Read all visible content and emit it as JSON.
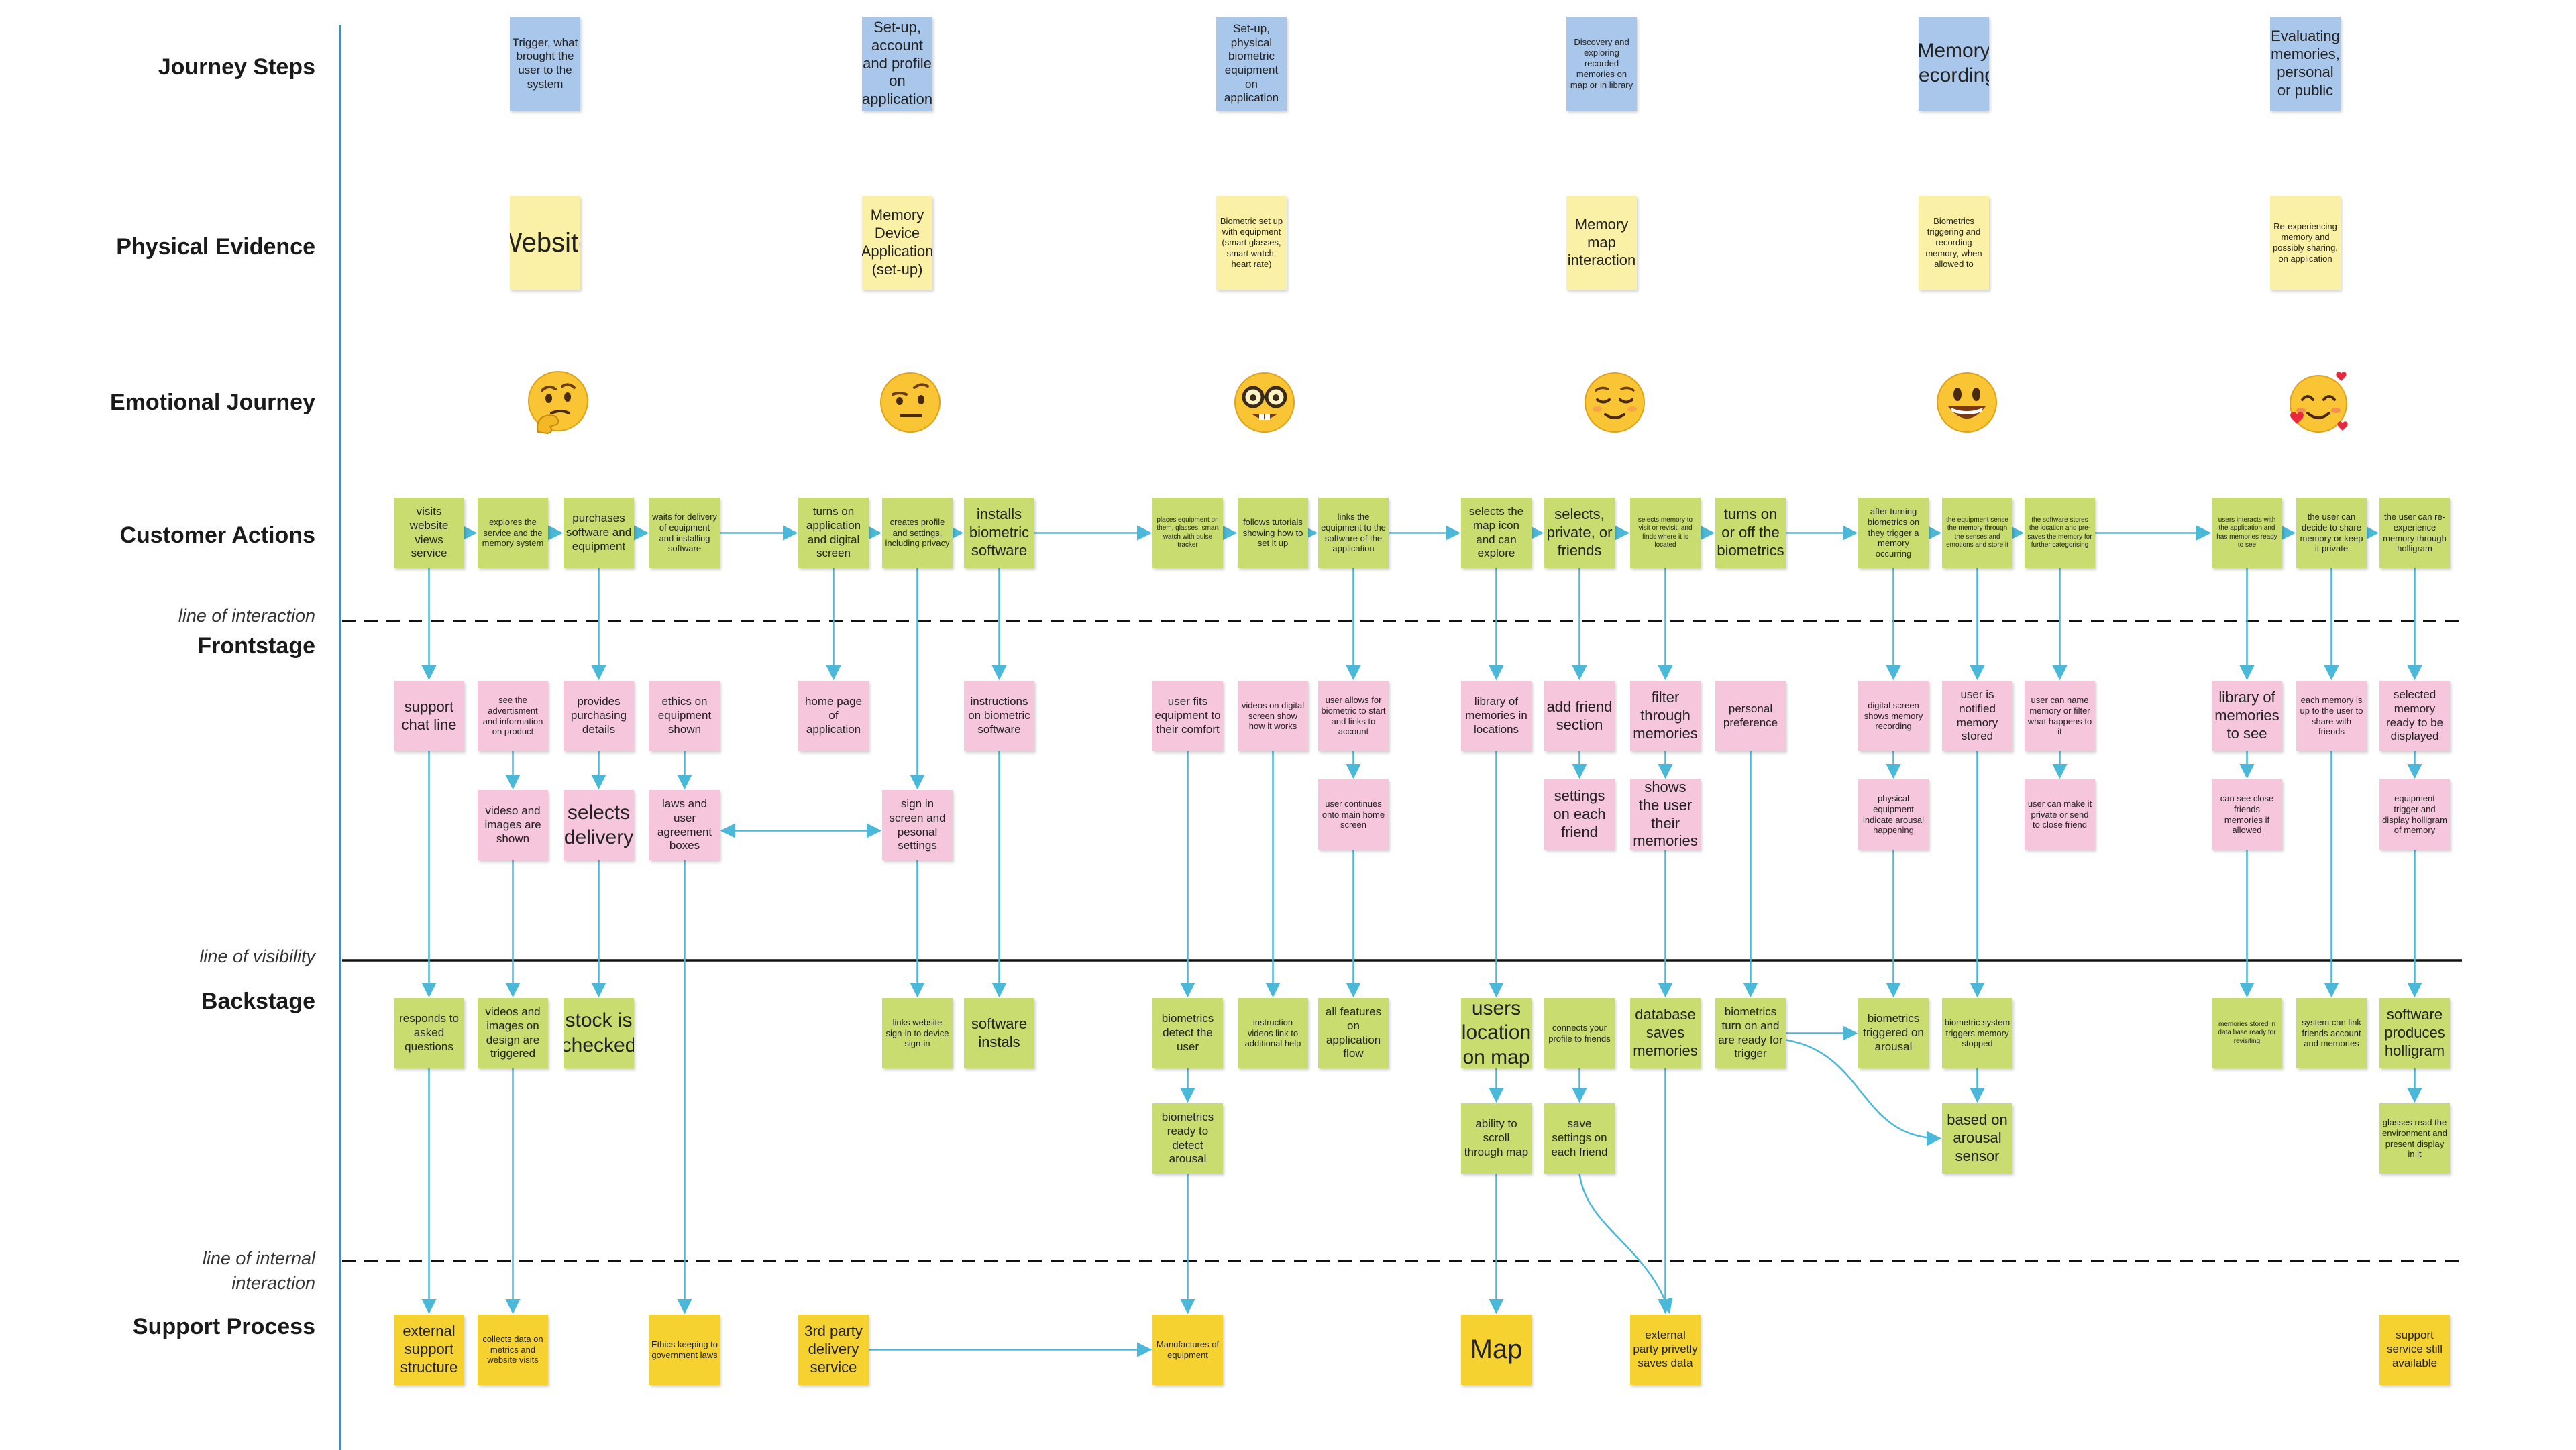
{
  "rows": {
    "journey_steps": "Journey Steps",
    "physical_evidence": "Physical Evidence",
    "emotional_journey": "Emotional Journey",
    "customer_actions": "Customer Actions",
    "frontstage": "Frontstage",
    "backstage": "Backstage",
    "support_process": "Support Process"
  },
  "lines": {
    "interaction": "line of interaction",
    "visibility": "line of  visibility",
    "internal_1": "line  of internal",
    "internal_2": "interaction"
  },
  "colors": {
    "blue": "#a9c7ea",
    "light_yellow": "#fbf1a6",
    "green": "#c9dc6f",
    "pink": "#f5c6dc",
    "yellow": "#f6d230",
    "connector": "#4ab8d8"
  },
  "notes": [
    {
      "id": "js1",
      "text": "Trigger, what brought the user to the system",
      "color": "blue",
      "size": "med"
    },
    {
      "id": "js2",
      "text": "Set-up, account and profile on application",
      "color": "blue",
      "size": "large"
    },
    {
      "id": "js3",
      "text": "Set-up, physical biometric equipment on application",
      "color": "blue",
      "size": "med"
    },
    {
      "id": "js4",
      "text": "Discovery and exploring recorded memories on map or in library",
      "color": "blue",
      "size": "small"
    },
    {
      "id": "js5",
      "text": "Memory recording",
      "color": "blue",
      "size": "xl"
    },
    {
      "id": "js6",
      "text": "Evaluating memories, personal or public",
      "color": "blue",
      "size": "large"
    },
    {
      "id": "pe1",
      "text": "Website",
      "color": "light_yellow",
      "size": "xxl"
    },
    {
      "id": "pe2",
      "text": "Memory Device Application (set-up)",
      "color": "light_yellow",
      "size": "large"
    },
    {
      "id": "pe3",
      "text": "Biometric set up with equipment (smart glasses, smart watch, heart rate)",
      "color": "light_yellow",
      "size": "small"
    },
    {
      "id": "pe4",
      "text": "Memory map interaction",
      "color": "light_yellow",
      "size": "large"
    },
    {
      "id": "pe5",
      "text": "Biometrics triggering and recording memory, when allowed to",
      "color": "light_yellow",
      "size": "small"
    },
    {
      "id": "pe6",
      "text": "Re-experiencing memory and possibly sharing, on application",
      "color": "light_yellow",
      "size": "small"
    },
    {
      "id": "ca1",
      "text": "visits website views service",
      "color": "green",
      "size": "med"
    },
    {
      "id": "ca2",
      "text": "explores the service and the memory system",
      "color": "green",
      "size": "small"
    },
    {
      "id": "ca3",
      "text": "purchases software and equipment",
      "color": "green",
      "size": "med"
    },
    {
      "id": "ca4",
      "text": "waits for delivery of equipment and installing software",
      "color": "green",
      "size": "small"
    },
    {
      "id": "ca5",
      "text": "turns on application and digital screen",
      "color": "green",
      "size": "med"
    },
    {
      "id": "ca6",
      "text": "creates profile and settings, including privacy",
      "color": "green",
      "size": "small"
    },
    {
      "id": "ca7",
      "text": "installs biometric software",
      "color": "green",
      "size": "large"
    },
    {
      "id": "ca8",
      "text": "places equipment on them, glasses, smart watch with pulse tracker",
      "color": "green",
      "size": "tiny"
    },
    {
      "id": "ca9",
      "text": "follows tutorials showing how to set it up",
      "color": "green",
      "size": "small"
    },
    {
      "id": "ca10",
      "text": "links the equipment to the software of the application",
      "color": "green",
      "size": "small"
    },
    {
      "id": "ca11",
      "text": "selects the map icon and can explore",
      "color": "green",
      "size": "med"
    },
    {
      "id": "ca12",
      "text": "selects, private, or friends",
      "color": "green",
      "size": "large"
    },
    {
      "id": "ca13",
      "text": "selects memory to visit or revisit, and finds where it is located",
      "color": "green",
      "size": "tiny"
    },
    {
      "id": "ca14",
      "text": "turns on or off the biometrics",
      "color": "green",
      "size": "large"
    },
    {
      "id": "ca15",
      "text": "after turning biometrics on they trigger a memory occurring",
      "color": "green",
      "size": "small"
    },
    {
      "id": "ca16",
      "text": "the equipment sense the memory through the senses and emotions and store it",
      "color": "green",
      "size": "tiny"
    },
    {
      "id": "ca17",
      "text": "the software stores the location and pre-saves the memory for further categorising",
      "color": "green",
      "size": "tiny"
    },
    {
      "id": "ca18",
      "text": "users interacts with the application and has memories ready to see",
      "color": "green",
      "size": "tiny"
    },
    {
      "id": "ca19",
      "text": "the user can decide to share memory or keep it private",
      "color": "green",
      "size": "small"
    },
    {
      "id": "ca20",
      "text": "the user can re-experience memory through holligram",
      "color": "green",
      "size": "small"
    },
    {
      "id": "fs1",
      "text": "support chat line",
      "color": "pink",
      "size": "large"
    },
    {
      "id": "fs2",
      "text": "see the advertisment and information on product",
      "color": "pink",
      "size": "small"
    },
    {
      "id": "fs3",
      "text": "provides purchasing details",
      "color": "pink",
      "size": "med"
    },
    {
      "id": "fs4",
      "text": "ethics on equipment shown",
      "color": "pink",
      "size": "med"
    },
    {
      "id": "fs5",
      "text": "videso and images are shown",
      "color": "pink",
      "size": "med"
    },
    {
      "id": "fs6",
      "text": "selects delivery",
      "color": "pink",
      "size": "xl"
    },
    {
      "id": "fs7",
      "text": "laws and user agreement boxes",
      "color": "pink",
      "size": "med"
    },
    {
      "id": "fs8",
      "text": "home page of application",
      "color": "pink",
      "size": "med"
    },
    {
      "id": "fs9",
      "text": "sign in screen and pesonal settings",
      "color": "pink",
      "size": "med"
    },
    {
      "id": "fs10",
      "text": "instructions on biometric software",
      "color": "pink",
      "size": "med"
    },
    {
      "id": "fs11",
      "text": "user fits equipment to their comfort",
      "color": "pink",
      "size": "med"
    },
    {
      "id": "fs12",
      "text": "videos on digital screen show how it works",
      "color": "pink",
      "size": "small"
    },
    {
      "id": "fs13",
      "text": "user allows for biometric to start and links to account",
      "color": "pink",
      "size": "small"
    },
    {
      "id": "fs14",
      "text": "user continues onto main home screen",
      "color": "pink",
      "size": "small"
    },
    {
      "id": "fs15",
      "text": "library of memories in locations",
      "color": "pink",
      "size": "med"
    },
    {
      "id": "fs16",
      "text": "add friend section",
      "color": "pink",
      "size": "large"
    },
    {
      "id": "fs17",
      "text": "settings on each friend",
      "color": "pink",
      "size": "large"
    },
    {
      "id": "fs18",
      "text": "filter through memories",
      "color": "pink",
      "size": "large"
    },
    {
      "id": "fs19",
      "text": "shows the user their memories",
      "color": "pink",
      "size": "large"
    },
    {
      "id": "fs20",
      "text": "personal preference",
      "color": "pink",
      "size": "med"
    },
    {
      "id": "fs21",
      "text": "digital screen shows memory recording",
      "color": "pink",
      "size": "small"
    },
    {
      "id": "fs22",
      "text": "physical equipment indicate arousal happening",
      "color": "pink",
      "size": "small"
    },
    {
      "id": "fs23",
      "text": "user is notified memory stored",
      "color": "pink",
      "size": "med"
    },
    {
      "id": "fs24",
      "text": "user can name memory or filter what happens to it",
      "color": "pink",
      "size": "small"
    },
    {
      "id": "fs25",
      "text": "user can make it private or send to close friend",
      "color": "pink",
      "size": "small"
    },
    {
      "id": "fs26",
      "text": "library of memories to see",
      "color": "pink",
      "size": "large"
    },
    {
      "id": "fs27",
      "text": "each memory is up to the user to share with friends",
      "color": "pink",
      "size": "small"
    },
    {
      "id": "fs28",
      "text": "selected memory ready to be displayed",
      "color": "pink",
      "size": "med"
    },
    {
      "id": "fs29",
      "text": "can see close friends memories if allowed",
      "color": "pink",
      "size": "small"
    },
    {
      "id": "fs30",
      "text": "equipment trigger and display holligram of memory",
      "color": "pink",
      "size": "small"
    },
    {
      "id": "bs1",
      "text": "responds to asked questions",
      "color": "green",
      "size": "med"
    },
    {
      "id": "bs2",
      "text": "videos and images on design are triggered",
      "color": "green",
      "size": "med"
    },
    {
      "id": "bs3",
      "text": "stock is checked",
      "color": "green",
      "size": "xl"
    },
    {
      "id": "bs4",
      "text": "links website sign-in to device sign-in",
      "color": "green",
      "size": "small"
    },
    {
      "id": "bs5",
      "text": "software instals",
      "color": "green",
      "size": "large"
    },
    {
      "id": "bs6",
      "text": "biometrics detect the user",
      "color": "green",
      "size": "med"
    },
    {
      "id": "bs7",
      "text": "instruction videos link to additional help",
      "color": "green",
      "size": "small"
    },
    {
      "id": "bs8",
      "text": "all features on application flow",
      "color": "green",
      "size": "med"
    },
    {
      "id": "bs9",
      "text": "biometrics ready to detect arousal",
      "color": "green",
      "size": "med"
    },
    {
      "id": "bs10",
      "text": "users location on map",
      "color": "green",
      "size": "xl"
    },
    {
      "id": "bs11",
      "text": "ability to scroll through map",
      "color": "green",
      "size": "med"
    },
    {
      "id": "bs12",
      "text": "connects your profile to friends",
      "color": "green",
      "size": "small"
    },
    {
      "id": "bs13",
      "text": "save settings on each friend",
      "color": "green",
      "size": "med"
    },
    {
      "id": "bs14",
      "text": "database saves memories",
      "color": "green",
      "size": "large"
    },
    {
      "id": "bs15",
      "text": "biometrics turn on and are ready for trigger",
      "color": "green",
      "size": "med"
    },
    {
      "id": "bs16",
      "text": "biometrics triggered on arousal",
      "color": "green",
      "size": "med"
    },
    {
      "id": "bs17",
      "text": "biometric system triggers memory stopped",
      "color": "green",
      "size": "small"
    },
    {
      "id": "bs18",
      "text": "based on arousal sensor",
      "color": "green",
      "size": "large"
    },
    {
      "id": "bs19",
      "text": "memories stored in data base ready for revisiting",
      "color": "green",
      "size": "tiny"
    },
    {
      "id": "bs20",
      "text": "system can link friends account and memories",
      "color": "green",
      "size": "small"
    },
    {
      "id": "bs21",
      "text": "software produces holligram",
      "color": "green",
      "size": "large"
    },
    {
      "id": "bs22",
      "text": "glasses read the environment and present display in it",
      "color": "green",
      "size": "small"
    },
    {
      "id": "sp1",
      "text": "external support structure",
      "color": "yellow",
      "size": "large"
    },
    {
      "id": "sp2",
      "text": "collects data on metrics and website visits",
      "color": "yellow",
      "size": "small"
    },
    {
      "id": "sp3",
      "text": "Ethics keeping to government laws",
      "color": "yellow",
      "size": "small"
    },
    {
      "id": "sp4",
      "text": "3rd party delivery service",
      "color": "yellow",
      "size": "large"
    },
    {
      "id": "sp5",
      "text": "Manufactures of equipment",
      "color": "yellow",
      "size": "small"
    },
    {
      "id": "sp6",
      "text": "Map",
      "color": "yellow",
      "size": "xxl"
    },
    {
      "id": "sp7",
      "text": "external party privetly saves data",
      "color": "yellow",
      "size": "med"
    },
    {
      "id": "sp8",
      "text": "support service still available",
      "color": "yellow",
      "size": "med"
    }
  ],
  "emotions": [
    {
      "id": "em1",
      "name": "thinking-face-icon"
    },
    {
      "id": "em2",
      "name": "raised-eyebrow-face-icon"
    },
    {
      "id": "em3",
      "name": "nerd-face-icon"
    },
    {
      "id": "em4",
      "name": "relieved-face-icon"
    },
    {
      "id": "em5",
      "name": "grinning-face-icon"
    },
    {
      "id": "em6",
      "name": "smiling-face-with-hearts-icon"
    }
  ]
}
